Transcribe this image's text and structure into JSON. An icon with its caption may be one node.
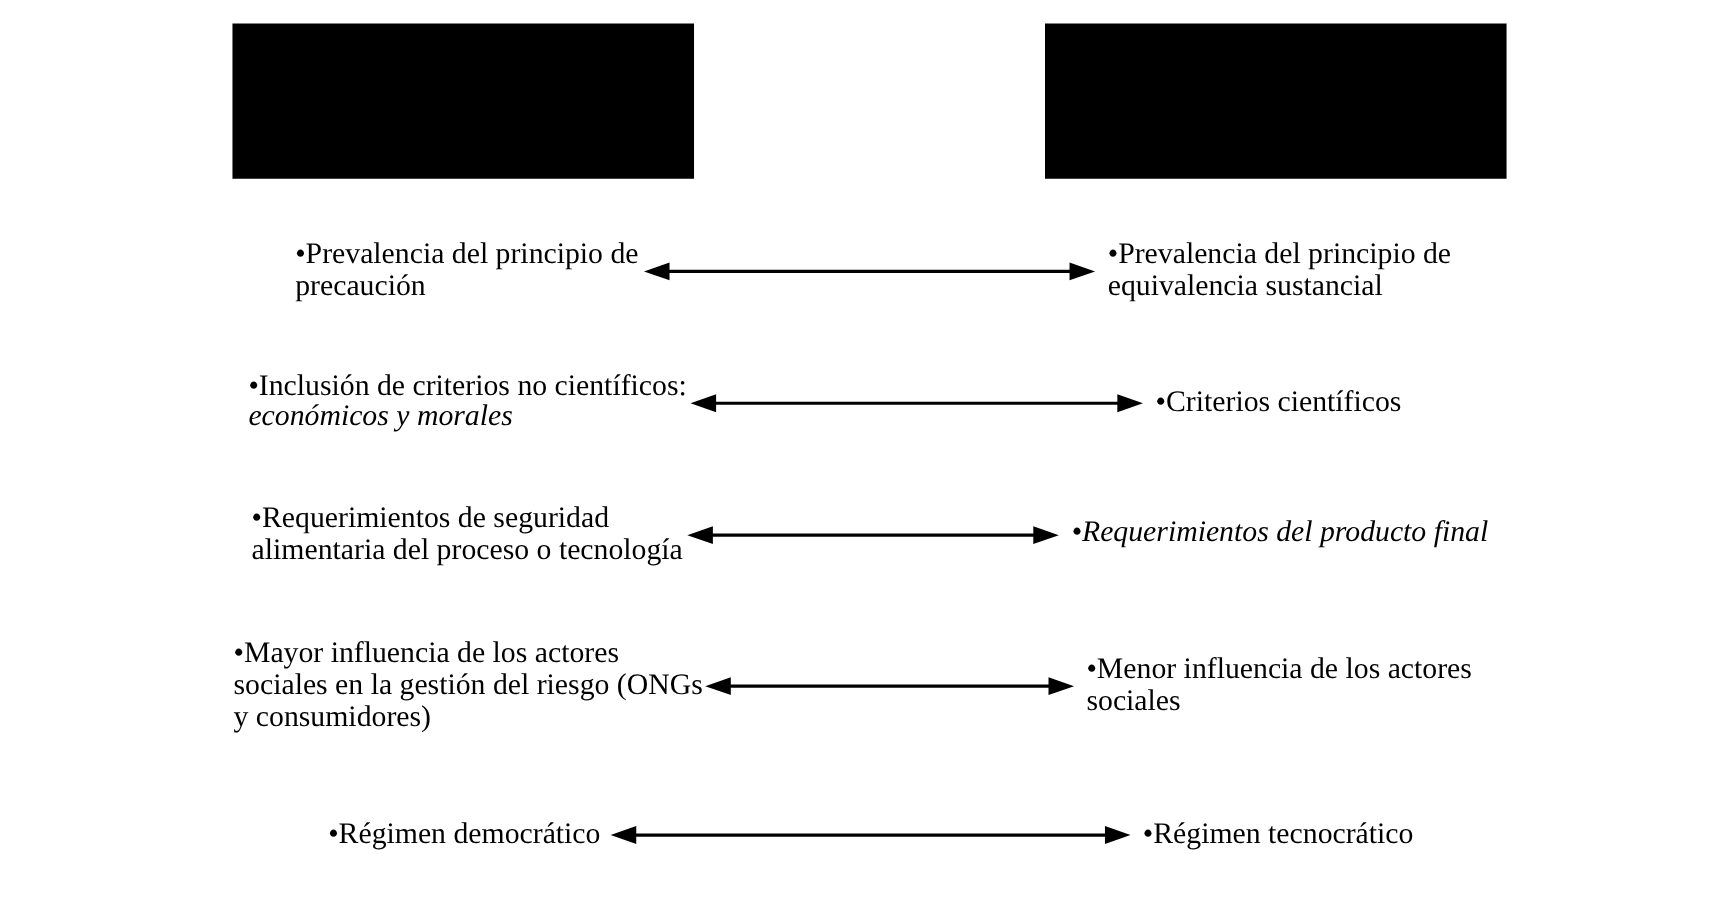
{
  "diagram": {
    "nodes": [
      {
        "text": [],
        "shape": "box"
      },
      {
        "text": [],
        "shape": "box"
      },
      {
        "text": [
          "•Prevalencia del principio de precaución"
        ]
      },
      {
        "text": [
          "•Prevalencia del principio de equivalencia sustancial"
        ]
      },
      {
        "text": [
          "•Inclusión de criterios no científicos: *económicos y morales*"
        ]
      },
      {
        "text": [
          "•Criterios científicos"
        ]
      },
      {
        "text": [
          "•Requerimientos de seguridad alimentaria del proceso o tecnología"
        ]
      },
      {
        "text": [
          "•Requerimientos del producto final"
        ]
      },
      {
        "text": [
          "•Mayor influencia de los actores sociales en la gestión del riesgo (ONGs y consumidores)"
        ]
      },
      {
        "text": [
          "•Menor influencia de los actores sociales"
        ]
      },
      {
        "text": [
          "•Régimen democrático"
        ]
      },
      {
        "text": [
          "•Régimen tecnocrático"
        ]
      }
    ],
    "edges": [
      {
        "from": 2,
        "to": 3,
        "arrow": "both"
      },
      {
        "from": 4,
        "to": 5,
        "arrow": "both"
      },
      {
        "from": 6,
        "to": 7,
        "arrow": "both"
      },
      {
        "from": 8,
        "to": 9,
        "arrow": "both"
      },
      {
        "from": 10,
        "to": 11,
        "arrow": "both"
      }
    ]
  }
}
